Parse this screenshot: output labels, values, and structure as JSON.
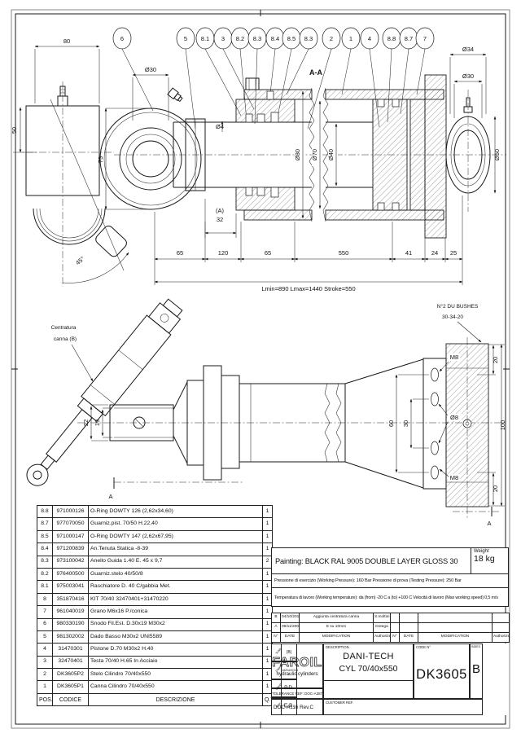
{
  "drawing": {
    "balloons": [
      "6",
      "5",
      "8.1",
      "3",
      "8.2",
      "8.3",
      "8.4",
      "8.5",
      "8.3",
      "2",
      "1",
      "4",
      "8.8",
      "8.7",
      "7"
    ],
    "section_label": "A-A",
    "centering_note": [
      "Centratura",
      "canna (B)"
    ],
    "bushes_note": [
      "N°2 DU BUSHES",
      "30-34-20"
    ],
    "section_marker_left": "A",
    "section_marker_right": "A",
    "dims": {
      "detail_width": "80",
      "detail_height": "50",
      "detail_angle": "45°",
      "eye_bore": "Ø30",
      "eye_height": "73",
      "port_dia": "Ø4",
      "tube_od": "Ø80",
      "tube_id": "Ø70",
      "rod_dia": "Ø40",
      "gap_label": "(A)",
      "gap_value": "32",
      "rear_eye_width": "Ø34",
      "rear_eye_bore": "Ø30",
      "rear_eye_od": "Ø50",
      "chain": [
        "65",
        "120",
        "65",
        "550",
        "41",
        "24",
        "25"
      ],
      "overall": "Lmin=890 Lmax=1440 Stroke=550",
      "rod_flat": "22",
      "rod_thread": "19",
      "plate_top": "20",
      "plate_height": "100",
      "plate_bottom": "20",
      "holes_outer": "60",
      "holes_inner": "30",
      "m8_top": "M8",
      "m8_bottom": "M8",
      "center_hole": "Ø8"
    }
  },
  "parts_table": {
    "headers": [
      "POS.",
      "CODICE",
      "DESCRIZIONE",
      "Q.TÀ"
    ],
    "rows": [
      [
        "8.8",
        "971000126",
        "O-Ring DOWTY 126 (2,62x34,60)",
        "1"
      ],
      [
        "8.7",
        "977070050",
        "Guarniz.pist. 70/50 H.22,40",
        "1"
      ],
      [
        "8.5",
        "971000147",
        "O-Ring DOWTY 147 (2,62x67,95)",
        "1"
      ],
      [
        "8.4",
        "971200839",
        "An.Tenuta Statica -8-39",
        "1"
      ],
      [
        "8.3",
        "973100042",
        "Anello Guida 1.40 E. 45 x 9,7",
        "2"
      ],
      [
        "8.2",
        "976400500",
        "Guarniz.stelo 40/50/8",
        "1"
      ],
      [
        "8.1",
        "975003041",
        "Raschiatore D. 40 C/gabbia Met.",
        "1"
      ],
      [
        "8",
        "351870416",
        "KIT 70/40 32470401+31470220",
        "1"
      ],
      [
        "7",
        "961040019",
        "Grano M6x16 P./conica",
        "1"
      ],
      [
        "6",
        "980330190",
        "Snodo Fil.Est. D.30x19 M30x2",
        "1"
      ],
      [
        "5",
        "981302002",
        "Dado Basso M30x2   UNI5589",
        "1"
      ],
      [
        "4",
        "31470301",
        "Pistone D.70 M30x2 H.40",
        "1"
      ],
      [
        "3",
        "32470401",
        "Testa 70/40 H.65 In Acciaio",
        "1"
      ],
      [
        "2",
        "DK3605P2",
        "Stelo Cilindro 70/40x550",
        "1"
      ],
      [
        "1",
        "DK3605P1",
        "Canna Cilindro 70/40x550",
        "1"
      ]
    ]
  },
  "notes": {
    "painting": "Painting: BLACK RAL 9005 DOUBLE LAYER GLOSS 30",
    "weight_label": "Weight",
    "weight_value": "18 kg",
    "pressure": "Pressione di esercizio (Working Pressure): 160 Bar   Pressione di prova (Testing Pressure): 250 Bar",
    "temperature": "Temperatura di lavoro (Working temperature): da (from) -20 C a (to) +100 C  Velocità di lavoro (Max working speed) 0,5 m/s"
  },
  "revisions": {
    "headers": [
      "N°",
      "DATE",
      "MODIFICATION",
      "Authorized by"
    ],
    "rows": [
      {
        "n": "B",
        "date": "04/10/2013",
        "modification": "Aggiunta centratura canna",
        "by": "S.moltini"
      },
      {
        "n": "A",
        "date": "09/11/2009",
        "modification": "E su 10mm",
        "by": "Dotega"
      }
    ]
  },
  "titleblock": {
    "logo_text": "FAROIL",
    "logo_sub": "hydraulic cylinders",
    "tolerance_ref": "TOLERANCE REF: DOC-A387",
    "doc_ref": "DOC-A116 Rev.C",
    "description_label": "DESCRIPTION",
    "description_line1": "DANI-TECH",
    "description_line2": "CYL 70/40x550",
    "customer_ref_label": "CUSTOMER REF.",
    "code_label": "CODE N°",
    "code_value": "DK3605",
    "index_label": "INDEX",
    "index_value": "B",
    "signatures": [
      {
        "label": "Scale",
        "value": "(B)"
      },
      {
        "label": "Date",
        "value": "18/04/2013"
      },
      {
        "label": "Check",
        "value": "P.D."
      },
      {
        "label": "Appr.",
        "value": "E.B."
      }
    ]
  }
}
